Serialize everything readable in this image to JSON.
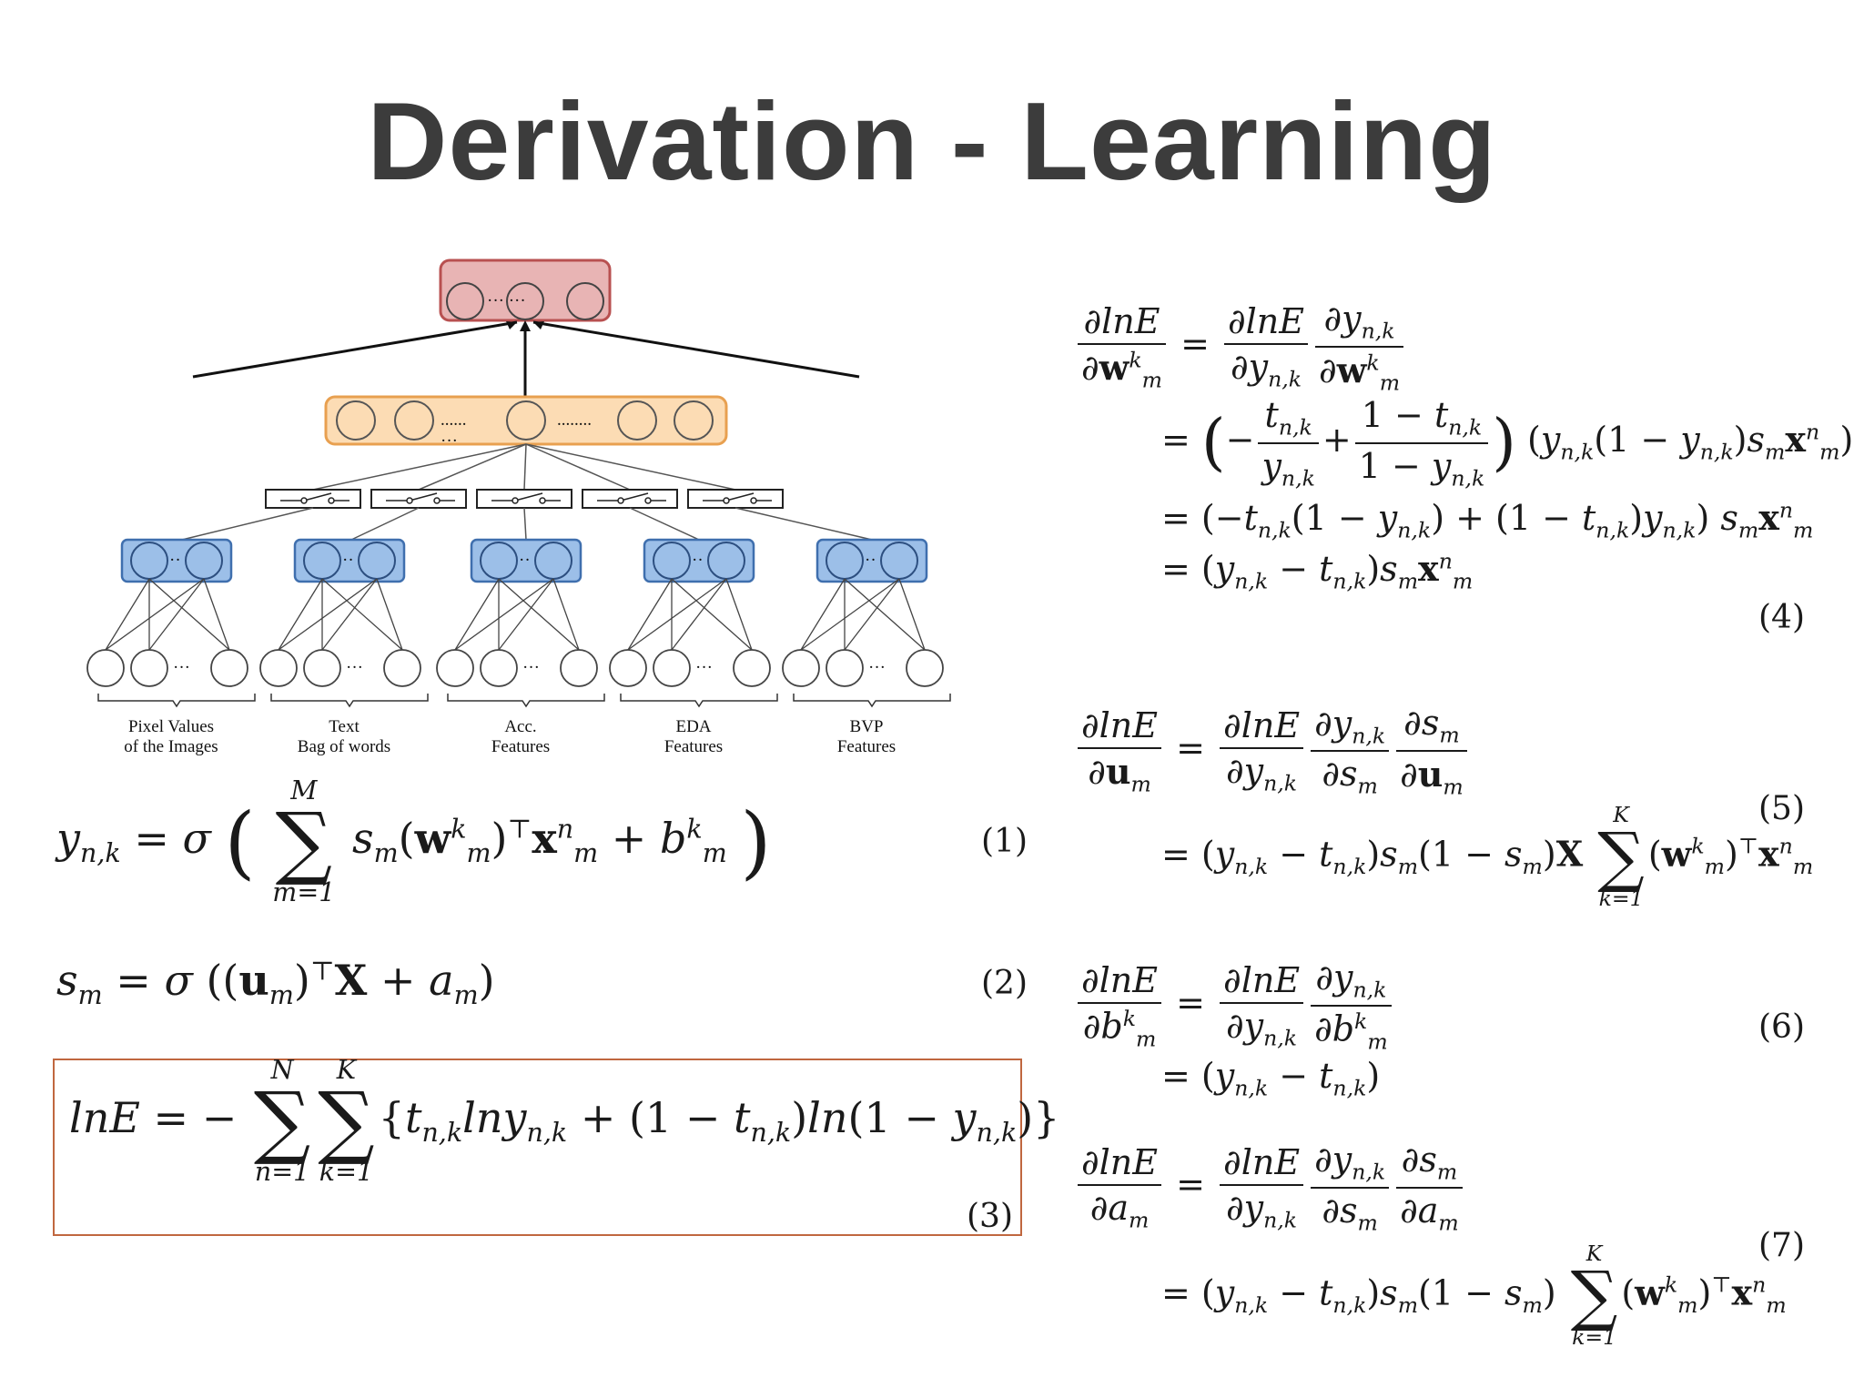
{
  "title": "Derivation - Learning",
  "diagram": {
    "output_dots": "··· ···",
    "hidden_dots_left": "......",
    "hidden_dots_mid": "........",
    "hidden_dots_below": "···",
    "group_dots": "··",
    "input_dots": "···",
    "modalities": [
      {
        "line1": "Pixel Values",
        "line2": "of the Images"
      },
      {
        "line1": "Text",
        "line2": "Bag of words"
      },
      {
        "line1": "Acc.",
        "line2": "Features"
      },
      {
        "line1": "EDA",
        "line2": "Features"
      },
      {
        "line1": "BVP",
        "line2": "Features"
      }
    ]
  },
  "equation_numbers": [
    "(1)",
    "(2)",
    "(3)",
    "(4)",
    "(5)",
    "(6)",
    "(7)"
  ],
  "colors": {
    "title": "#3c3c3c",
    "output_layer_fill": "#e8b4b4",
    "output_layer_border": "#b85050",
    "hidden_layer_fill": "#fcdcb4",
    "hidden_layer_border": "#e8a050",
    "modality_fill": "#9cbfe8",
    "modality_border": "#3f6fae",
    "loss_box_border": "#c0673f"
  }
}
